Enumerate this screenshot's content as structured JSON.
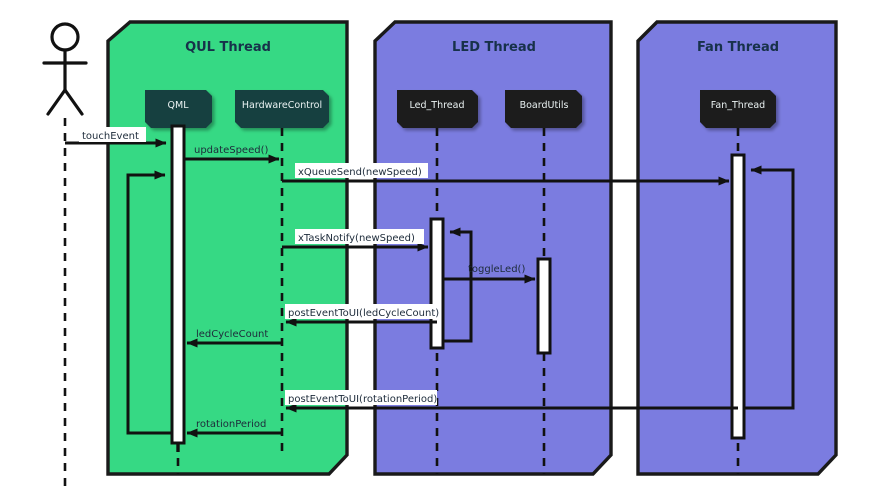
{
  "diagram": {
    "type": "uml-sequence-diagram",
    "title": "",
    "colors": {
      "qul_thread_fill": "#36d984",
      "led_thread_fill": "#7b7ce0",
      "fan_thread_fill": "#7b7ce0",
      "group_stroke": "#1a1a1a",
      "participant_dark": "#1a1a1a",
      "participant_teal": "#123f3f",
      "participant_text": "#eaf2f2",
      "group_title_text": "#17314a",
      "message_text": "#1d2b3a",
      "line": "#111111",
      "activation_fill": "#ffffff",
      "label_bg": "#ffffff",
      "page_bg": "#ffffff"
    },
    "groups": [
      {
        "id": "qul",
        "title": "QUL Thread",
        "fill_key": "qul_thread_fill"
      },
      {
        "id": "led",
        "title": "LED Thread",
        "fill_key": "led_thread_fill"
      },
      {
        "id": "fan",
        "title": "Fan Thread",
        "fill_key": "fan_thread_fill"
      }
    ],
    "actor": {
      "name": "actor",
      "label": ""
    },
    "participants": [
      {
        "id": "qml",
        "label": "QML",
        "group": "qul",
        "style": "teal"
      },
      {
        "id": "hwc",
        "label": "HardwareControl",
        "group": "qul",
        "style": "teal"
      },
      {
        "id": "ledth",
        "label": "Led_Thread",
        "group": "led",
        "style": "dark"
      },
      {
        "id": "bu",
        "label": "BoardUtils",
        "group": "led",
        "style": "dark"
      },
      {
        "id": "fanth",
        "label": "Fan_Thread",
        "group": "fan",
        "style": "dark"
      }
    ],
    "messages": [
      {
        "id": "m1",
        "label": "touchEvent",
        "from": "actor",
        "to": "qml",
        "boxed": true,
        "kind": "call"
      },
      {
        "id": "m2",
        "label": "updateSpeed()",
        "from": "qml",
        "to": "hwc",
        "boxed": false,
        "kind": "call"
      },
      {
        "id": "m3",
        "label": "xQueueSend(newSpeed)",
        "from": "hwc",
        "to": "fanth",
        "boxed": true,
        "kind": "call"
      },
      {
        "id": "m4",
        "label": "xTaskNotify(newSpeed)",
        "from": "hwc",
        "to": "ledth",
        "boxed": true,
        "kind": "call"
      },
      {
        "id": "m5",
        "label": "toggleLed()",
        "from": "ledth",
        "to": "bu",
        "boxed": false,
        "kind": "call"
      },
      {
        "id": "m6",
        "label": "postEventToUI(ledCycleCount)",
        "from": "ledth",
        "to": "hwc",
        "boxed": true,
        "kind": "return"
      },
      {
        "id": "m7",
        "label": "ledCycleCount",
        "from": "hwc",
        "to": "qml",
        "boxed": false,
        "kind": "return"
      },
      {
        "id": "m8",
        "label": "postEventToUI(rotationPeriod)",
        "from": "fanth",
        "to": "hwc",
        "boxed": true,
        "kind": "return"
      },
      {
        "id": "m9",
        "label": "rotationPeriod",
        "from": "hwc",
        "to": "qml",
        "boxed": false,
        "kind": "return"
      }
    ],
    "self_loops": [
      {
        "id": "loop-qml",
        "on": "qml",
        "side": "left",
        "label": ""
      },
      {
        "id": "loop-led",
        "on": "ledth",
        "side": "right",
        "label": ""
      },
      {
        "id": "loop-fan",
        "on": "fanth",
        "side": "right",
        "label": ""
      }
    ]
  }
}
